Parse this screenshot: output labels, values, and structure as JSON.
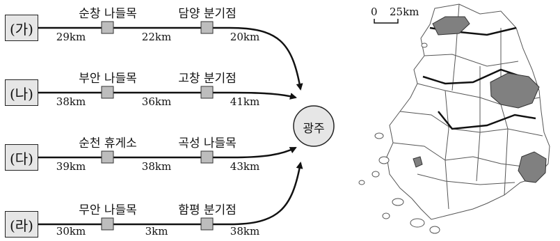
{
  "destination": "광주",
  "routes": [
    {
      "label": "(가)",
      "stops": [
        "순창 나들목",
        "담양 분기점"
      ],
      "distances": [
        "29km",
        "22km",
        "20km"
      ]
    },
    {
      "label": "(나)",
      "stops": [
        "부안 나들목",
        "고창 분기점"
      ],
      "distances": [
        "38km",
        "36km",
        "41km"
      ]
    },
    {
      "label": "(다)",
      "stops": [
        "순천 휴게소",
        "곡성 나들목"
      ],
      "distances": [
        "39km",
        "38km",
        "43km"
      ]
    },
    {
      "label": "(라)",
      "stops": [
        "무안 나들목",
        "함평 분기점"
      ],
      "distances": [
        "30km",
        "3km",
        "38km"
      ]
    }
  ],
  "map": {
    "scale_zero": "0",
    "scale_value": "25km",
    "highlight_color": "#808080"
  }
}
